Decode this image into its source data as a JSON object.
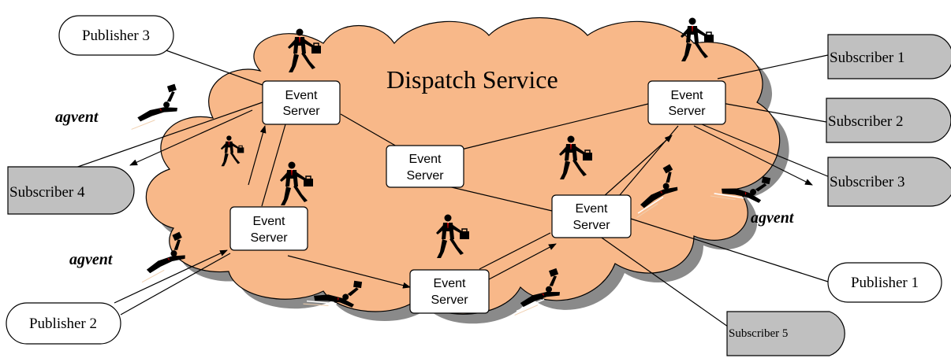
{
  "title": "Dispatch Service",
  "event_servers": [
    {
      "id": "es1",
      "line1": "Event",
      "line2": "Server"
    },
    {
      "id": "es2",
      "line1": "Event",
      "line2": "Server"
    },
    {
      "id": "es3",
      "line1": "Event",
      "line2": "Server"
    },
    {
      "id": "es4",
      "line1": "Event",
      "line2": "Server"
    },
    {
      "id": "es5",
      "line1": "Event",
      "line2": "Server"
    },
    {
      "id": "es6",
      "line1": "Event",
      "line2": "Server"
    }
  ],
  "publishers": [
    {
      "id": "p3",
      "label": "Publisher 3"
    },
    {
      "id": "p2",
      "label": "Publisher 2"
    },
    {
      "id": "p1",
      "label": "Publisher 1"
    }
  ],
  "subscribers": [
    {
      "id": "s1",
      "label": "Subscriber 1"
    },
    {
      "id": "s2",
      "label": "Subscriber 2"
    },
    {
      "id": "s3",
      "label": "Subscriber 3"
    },
    {
      "id": "s4",
      "label": "Subscriber 4"
    },
    {
      "id": "s5",
      "label": "Subscriber 5"
    }
  ],
  "agvent_labels": [
    "agvent",
    "agvent",
    "agvent"
  ],
  "colors": {
    "cloud_fill": "#f8b889",
    "cloud_shadow": "#8a8a8a",
    "subscriber_fill": "#c0c0c0",
    "node_fill": "#ffffff",
    "stroke": "#000000",
    "tie": "#cc0000"
  }
}
